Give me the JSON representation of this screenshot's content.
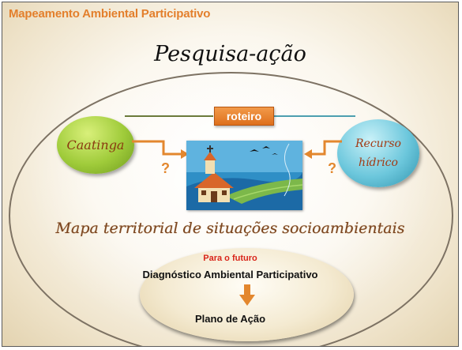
{
  "header": {
    "title": "Mapeamento Ambiental Participativo"
  },
  "diagram": {
    "main_title": "Pesquisa-ação",
    "roteiro_label": "roteiro",
    "left_node": {
      "label": "Caatinga",
      "color": "#9fcb3a"
    },
    "right_node": {
      "lines": [
        "Recurso",
        "hídrico"
      ],
      "color": "#6cc7dc"
    },
    "question_mark": "?",
    "map_label": "Mapa territorial de situações socioambientais",
    "future": {
      "heading": "Para o futuro",
      "diagnosis": "Diagnóstico Ambiental Participativo",
      "plan": "Plano de Ação"
    }
  },
  "colors": {
    "accent": "#e37f2c",
    "arrow": "#e3872e",
    "future_heading": "#d9251a"
  }
}
